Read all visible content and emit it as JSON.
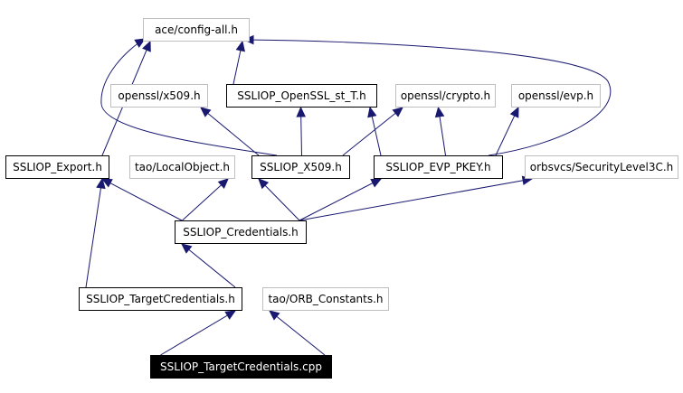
{
  "graph": {
    "edge_color": "#191970",
    "nodes": [
      {
        "id": "config_all",
        "label": "ace/config-all.h",
        "style": "grey"
      },
      {
        "id": "x509_openssl",
        "label": "openssl/x509.h",
        "style": "grey"
      },
      {
        "id": "openssl_st",
        "label": "SSLIOP_OpenSSL_st_T.h",
        "style": "black"
      },
      {
        "id": "crypto",
        "label": "openssl/crypto.h",
        "style": "grey"
      },
      {
        "id": "evp",
        "label": "openssl/evp.h",
        "style": "grey"
      },
      {
        "id": "export",
        "label": "SSLIOP_Export.h",
        "style": "black"
      },
      {
        "id": "local_object",
        "label": "tao/LocalObject.h",
        "style": "grey"
      },
      {
        "id": "sslx509",
        "label": "SSLIOP_X509.h",
        "style": "black"
      },
      {
        "id": "evp_pkey",
        "label": "SSLIOP_EVP_PKEY.h",
        "style": "black"
      },
      {
        "id": "security_level3c",
        "label": "orbsvcs/SecurityLevel3C.h",
        "style": "grey"
      },
      {
        "id": "credentials",
        "label": "SSLIOP_Credentials.h",
        "style": "black"
      },
      {
        "id": "target_credentials",
        "label": "SSLIOP_TargetCredentials.h",
        "style": "black"
      },
      {
        "id": "orb_constants",
        "label": "tao/ORB_Constants.h",
        "style": "grey"
      },
      {
        "id": "target_credentials_cpp",
        "label": "SSLIOP_TargetCredentials.cpp",
        "style": "filled"
      }
    ],
    "edges": [
      {
        "from": "export",
        "to": "config_all"
      },
      {
        "from": "openssl_st",
        "to": "config_all"
      },
      {
        "from": "sslx509",
        "to": "config_all"
      },
      {
        "from": "evp_pkey",
        "to": "config_all"
      },
      {
        "from": "sslx509",
        "to": "x509_openssl"
      },
      {
        "from": "sslx509",
        "to": "openssl_st"
      },
      {
        "from": "sslx509",
        "to": "crypto"
      },
      {
        "from": "evp_pkey",
        "to": "openssl_st"
      },
      {
        "from": "evp_pkey",
        "to": "crypto"
      },
      {
        "from": "evp_pkey",
        "to": "evp"
      },
      {
        "from": "credentials",
        "to": "export"
      },
      {
        "from": "credentials",
        "to": "local_object"
      },
      {
        "from": "credentials",
        "to": "sslx509"
      },
      {
        "from": "credentials",
        "to": "evp_pkey"
      },
      {
        "from": "credentials",
        "to": "security_level3c"
      },
      {
        "from": "target_credentials",
        "to": "export"
      },
      {
        "from": "target_credentials",
        "to": "credentials"
      },
      {
        "from": "target_credentials_cpp",
        "to": "target_credentials"
      },
      {
        "from": "target_credentials_cpp",
        "to": "orb_constants"
      }
    ]
  }
}
